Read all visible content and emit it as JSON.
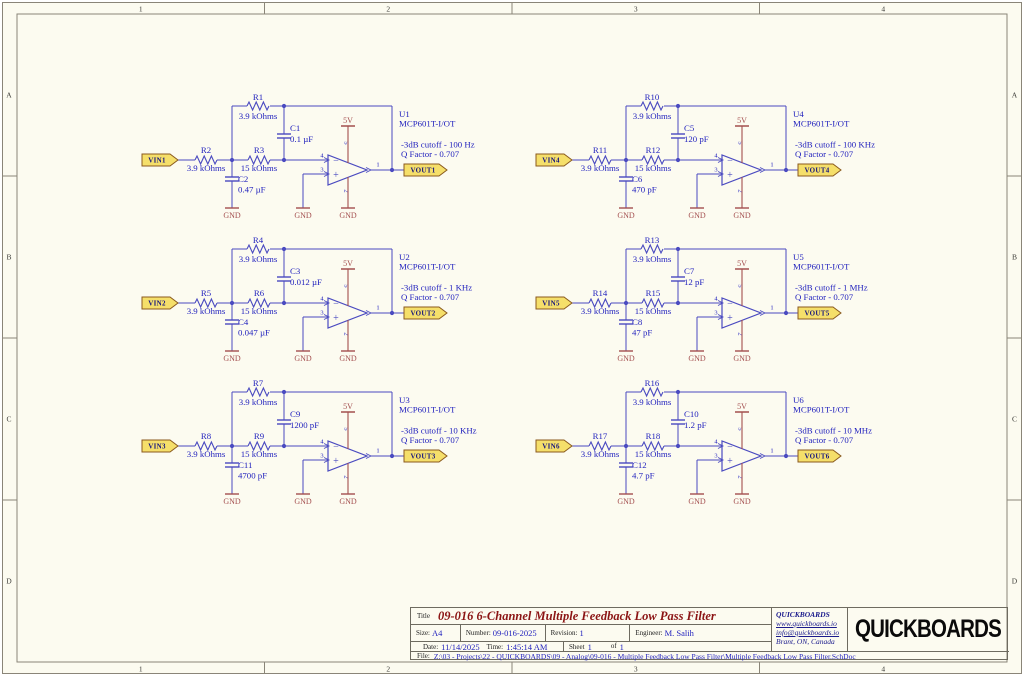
{
  "border": {
    "column_labels": [
      "1",
      "2",
      "3",
      "4"
    ],
    "row_labels": [
      "A",
      "B",
      "C",
      "D"
    ]
  },
  "colors": {
    "sheet_bg": "#fcfbf0",
    "border_line": "#8a8578",
    "wire": "#4a4ac0",
    "text_blue": "#2323be",
    "power_red": "#a34e4e",
    "port_fill": "#f5df6a",
    "port_border": "#8a5a1e",
    "port_text": "#15157e",
    "title_red": "#8b1414",
    "company_blue": "#1a1a8c",
    "zone_text": "#3a3a36"
  },
  "stage_common": {
    "power_label": "5V",
    "gnd_label": "GND",
    "pin_inv": "4",
    "pin_noninv": "3",
    "pin_out": "1",
    "pin_vdd": "5",
    "pin_vss": "2",
    "minus": "−",
    "plus": "+"
  },
  "channels": [
    {
      "designator": "U1",
      "part": "MCP601T-I/OT",
      "cutoff": "-3dB cutoff - 100 Hz",
      "q_factor": "Q Factor - 0.707",
      "vin": "VIN1",
      "vout": "VOUT1",
      "r_feedback": {
        "ref": "R1",
        "value": "3.9 kOhms"
      },
      "r_input": {
        "ref": "R2",
        "value": "3.9 kOhms"
      },
      "r_middle": {
        "ref": "R3",
        "value": "15 kOhms"
      },
      "c_feedback": {
        "ref": "C1",
        "value": "0.1 µF"
      },
      "c_ground": {
        "ref": "C2",
        "value": "0.47 µF"
      }
    },
    {
      "designator": "U2",
      "part": "MCP601T-I/OT",
      "cutoff": "-3dB cutoff - 1 KHz",
      "q_factor": "Q Factor - 0.707",
      "vin": "VIN2",
      "vout": "VOUT2",
      "r_feedback": {
        "ref": "R4",
        "value": "3.9 kOhms"
      },
      "r_input": {
        "ref": "R5",
        "value": "3.9 kOhms"
      },
      "r_middle": {
        "ref": "R6",
        "value": "15 kOhms"
      },
      "c_feedback": {
        "ref": "C3",
        "value": "0.012 µF"
      },
      "c_ground": {
        "ref": "C4",
        "value": "0.047 µF"
      }
    },
    {
      "designator": "U3",
      "part": "MCP601T-I/OT",
      "cutoff": "-3dB cutoff - 10 KHz",
      "q_factor": "Q Factor - 0.707",
      "vin": "VIN3",
      "vout": "VOUT3",
      "r_feedback": {
        "ref": "R7",
        "value": "3.9 kOhms"
      },
      "r_input": {
        "ref": "R8",
        "value": "3.9 kOhms"
      },
      "r_middle": {
        "ref": "R9",
        "value": "15 kOhms"
      },
      "c_feedback": {
        "ref": "C9",
        "value": "1200 pF"
      },
      "c_ground": {
        "ref": "C11",
        "value": "4700 pF"
      }
    },
    {
      "designator": "U4",
      "part": "MCP601T-I/OT",
      "cutoff": "-3dB cutoff - 100 KHz",
      "q_factor": "Q Factor - 0.707",
      "vin": "VIN4",
      "vout": "VOUT4",
      "r_feedback": {
        "ref": "R10",
        "value": "3.9 kOhms"
      },
      "r_input": {
        "ref": "R11",
        "value": "3.9 kOhms"
      },
      "r_middle": {
        "ref": "R12",
        "value": "15 kOhms"
      },
      "c_feedback": {
        "ref": "C5",
        "value": "120 pF"
      },
      "c_ground": {
        "ref": "C6",
        "value": "470 pF"
      }
    },
    {
      "designator": "U5",
      "part": "MCP601T-I/OT",
      "cutoff": "-3dB cutoff - 1 MHz",
      "q_factor": "Q Factor - 0.707",
      "vin": "VIN5",
      "vout": "VOUT5",
      "r_feedback": {
        "ref": "R13",
        "value": "3.9 kOhms"
      },
      "r_input": {
        "ref": "R14",
        "value": "3.9 kOhms"
      },
      "r_middle": {
        "ref": "R15",
        "value": "15 kOhms"
      },
      "c_feedback": {
        "ref": "C7",
        "value": "12 pF"
      },
      "c_ground": {
        "ref": "C8",
        "value": "47 pF"
      }
    },
    {
      "designator": "U6",
      "part": "MCP601T-I/OT",
      "cutoff": "-3dB cutoff - 10 MHz",
      "q_factor": "Q Factor - 0.707",
      "vin": "VIN6",
      "vout": "VOUT6",
      "r_feedback": {
        "ref": "R16",
        "value": "3.9 kOhms"
      },
      "r_input": {
        "ref": "R17",
        "value": "3.9 kOhms"
      },
      "r_middle": {
        "ref": "R18",
        "value": "15 kOhms"
      },
      "c_feedback": {
        "ref": "C10",
        "value": "1.2 pF"
      },
      "c_ground": {
        "ref": "C12",
        "value": "4.7 pF"
      }
    }
  ],
  "titleblock": {
    "title_label": "Title",
    "title": "09-016 6-Channel Multiple Feedback Low Pass Filter",
    "size_label": "Size:",
    "size": "A4",
    "number_label": "Number:",
    "number": "09-016-2025",
    "revision_label": "Revision:",
    "revision": "1",
    "engineer_label": "Engineer:",
    "engineer": "M. Salih",
    "date_label": "Date:",
    "date": "11/14/2025",
    "time_label": "Time:",
    "time": "1:45:14 AM",
    "sheet_label": "Sheet",
    "sheet": "1",
    "of_label": "of",
    "of_total": "1",
    "file_label": "File:",
    "file": "Z:\\03 - Projects\\22 - QUICKBOARDS\\09 - Analog\\09-016 - Multiple Feedback Low Pass Filter\\Multiple Feedback Low Pass Filter.SchDoc",
    "company": {
      "name": "QUICKBOARDS",
      "web": "www.quickboards.io",
      "email": "info@quickboards.io",
      "address": "Brant, ON, Canada"
    },
    "logo": "QUICKBOARDS"
  }
}
